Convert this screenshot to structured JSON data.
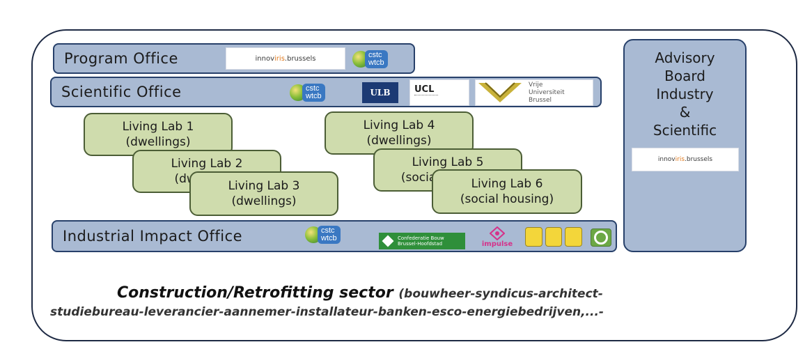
{
  "program_office": {
    "label": "Program Office",
    "logos": [
      "innoviris.brussels",
      "cstc wtcb"
    ]
  },
  "scientific_office": {
    "label": "Scientific Office",
    "logos": [
      "cstc wtcb",
      "ULB",
      "UCL",
      "Vrije Universiteit Brussel"
    ]
  },
  "living_labs": [
    {
      "title": "Living Lab 1",
      "subtitle": "(dwellings)"
    },
    {
      "title": "Living Lab 2",
      "subtitle": "(dwellings)"
    },
    {
      "title": "Living Lab 3",
      "subtitle": "(dwellings)"
    },
    {
      "title": "Living Lab 4",
      "subtitle": "(dwellings)"
    },
    {
      "title": "Living Lab 5",
      "subtitle": "(social housing)"
    },
    {
      "title": "Living Lab 6",
      "subtitle": "(social housing)"
    }
  ],
  "industrial_office": {
    "label": "Industrial Impact Office",
    "logos": [
      "cstc wtcb",
      "Confederatie Bouw Brussel-Hoofdstad",
      "impulse",
      "lumière-blocks",
      "green-circle"
    ]
  },
  "advisory_board": {
    "lines": [
      "Advisory",
      "Board",
      "Industry",
      "&",
      "Scientific"
    ],
    "logo": "innoviris.brussels"
  },
  "sector": {
    "title": "Construction/Retrofitting sector",
    "detail_line1": "(bouwheer-syndicus-architect-",
    "detail_line2": "studiebureau-leverancier-aannemer-installateur-banken-esco-energiebedrijven,...-"
  },
  "colors": {
    "office_fill": "#a9bad3",
    "office_border": "#27406a",
    "lab_fill": "#cfdcad",
    "lab_border": "#4b5d35"
  }
}
